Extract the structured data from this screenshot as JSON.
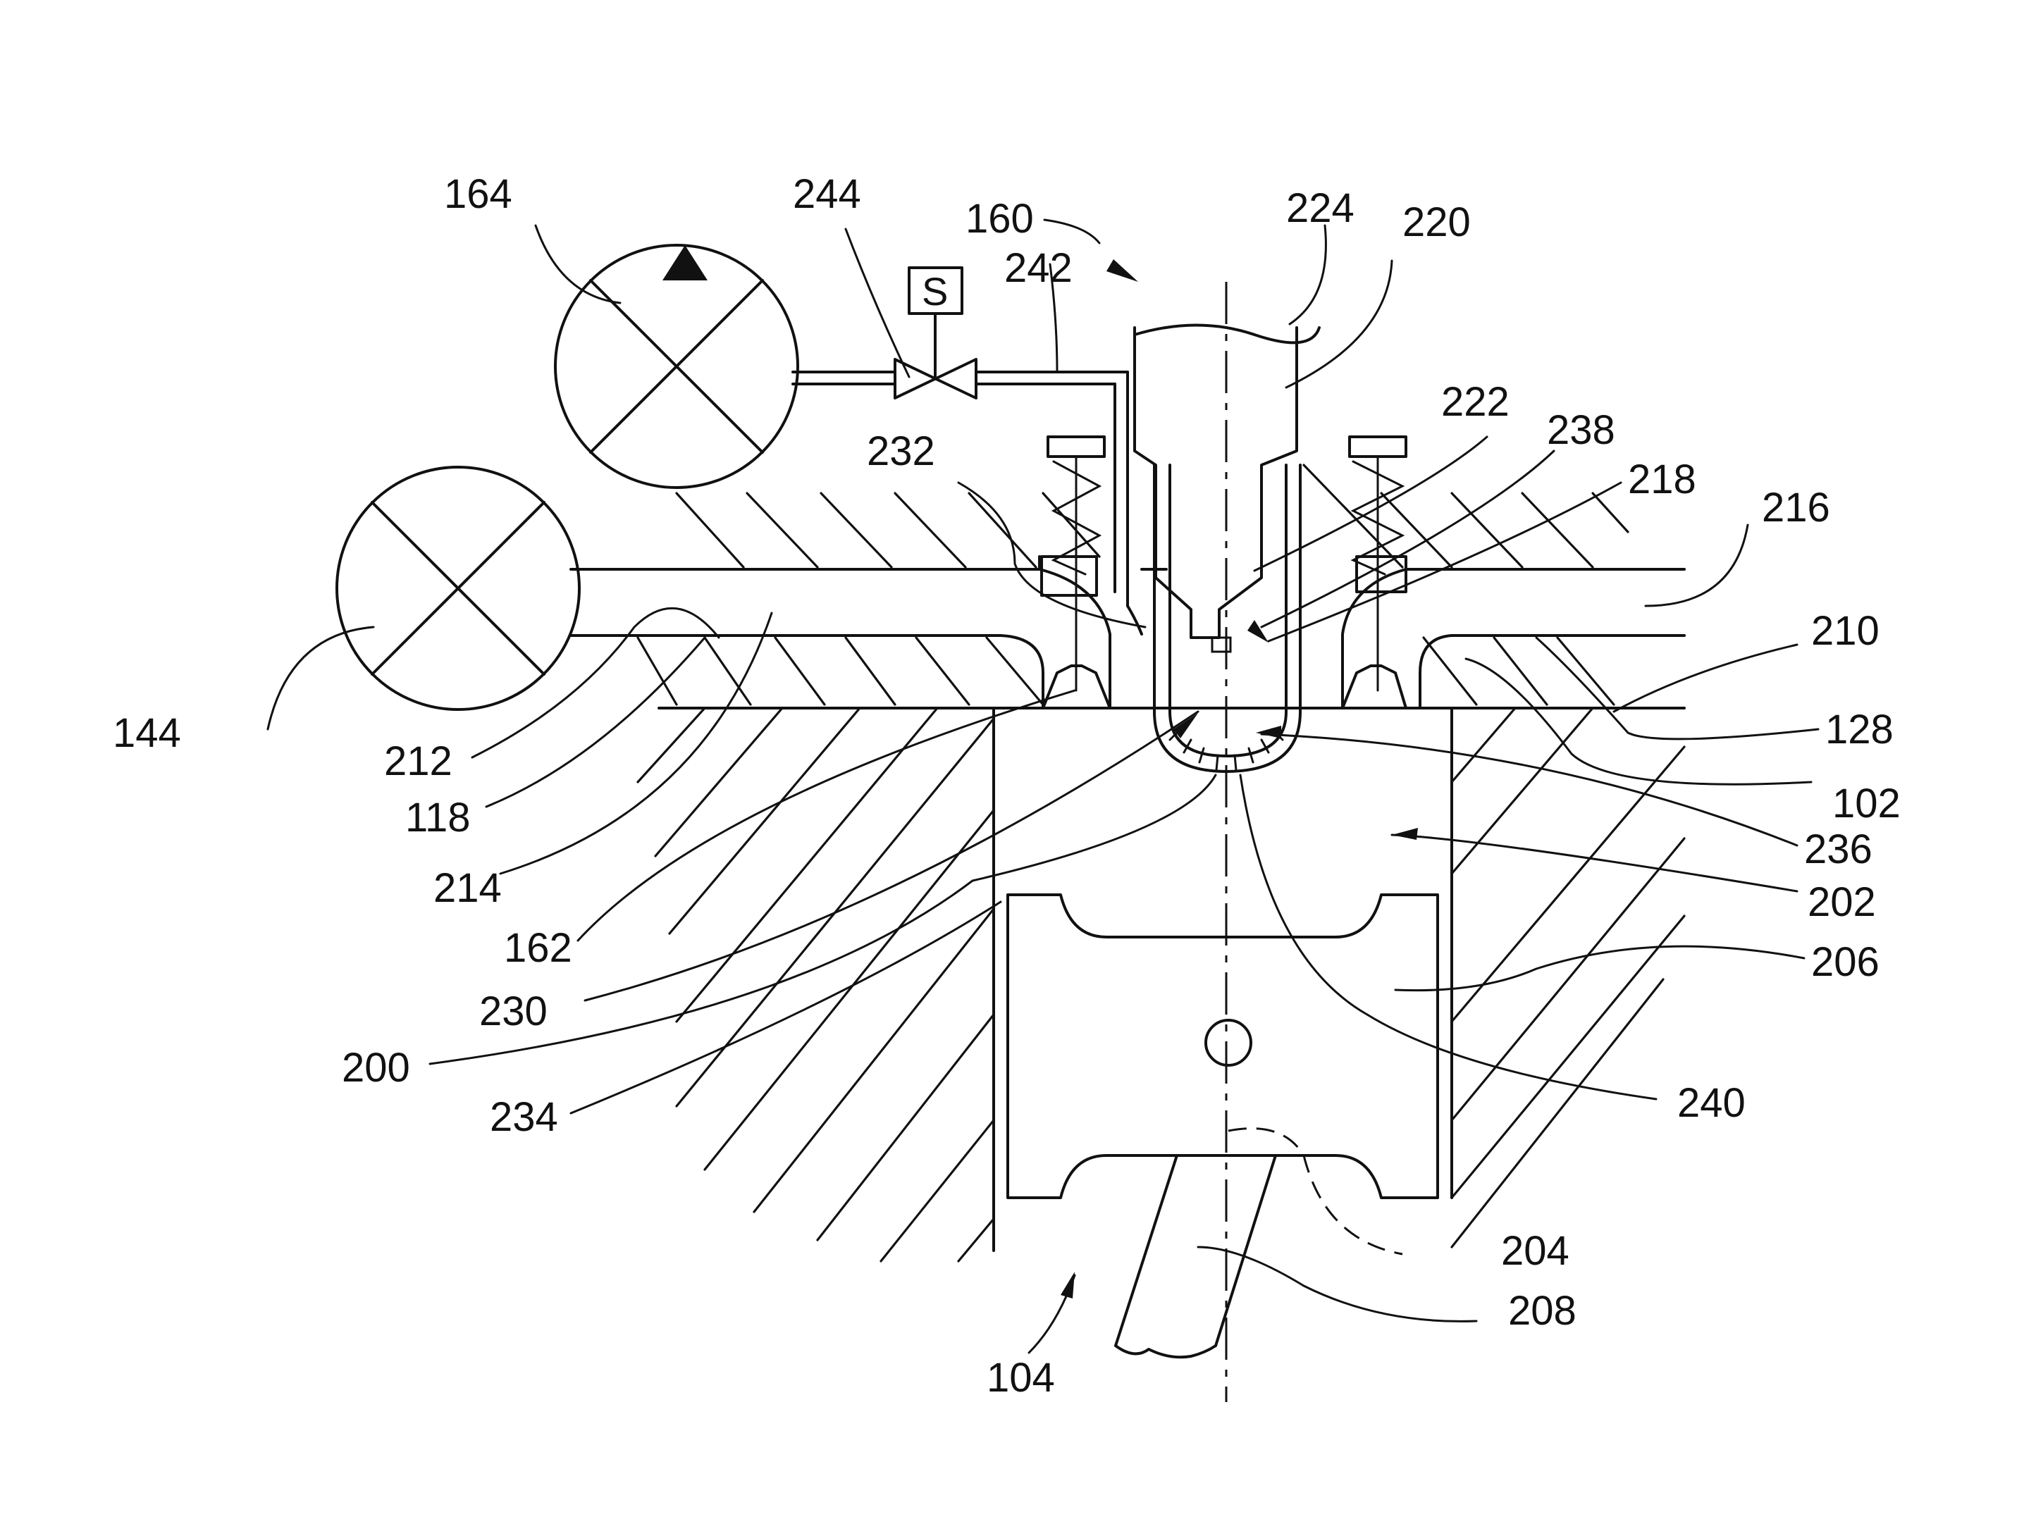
{
  "valve_symbol": "S",
  "pump_direction_icon": "up-triangle-icon",
  "labels": {
    "l164": "164",
    "l244": "244",
    "l160": "160",
    "l242": "242",
    "l224": "224",
    "l220": "220",
    "l222": "222",
    "l238": "238",
    "l218": "218",
    "l216": "216",
    "l232": "232",
    "l210": "210",
    "l144": "144",
    "l212": "212",
    "l128": "128",
    "l118": "118",
    "l102": "102",
    "l214": "214",
    "l236": "236",
    "l162": "162",
    "l202": "202",
    "l230": "230",
    "l206": "206",
    "l200": "200",
    "l234": "234",
    "l240": "240",
    "l204": "204",
    "l208": "208",
    "l104": "104"
  }
}
